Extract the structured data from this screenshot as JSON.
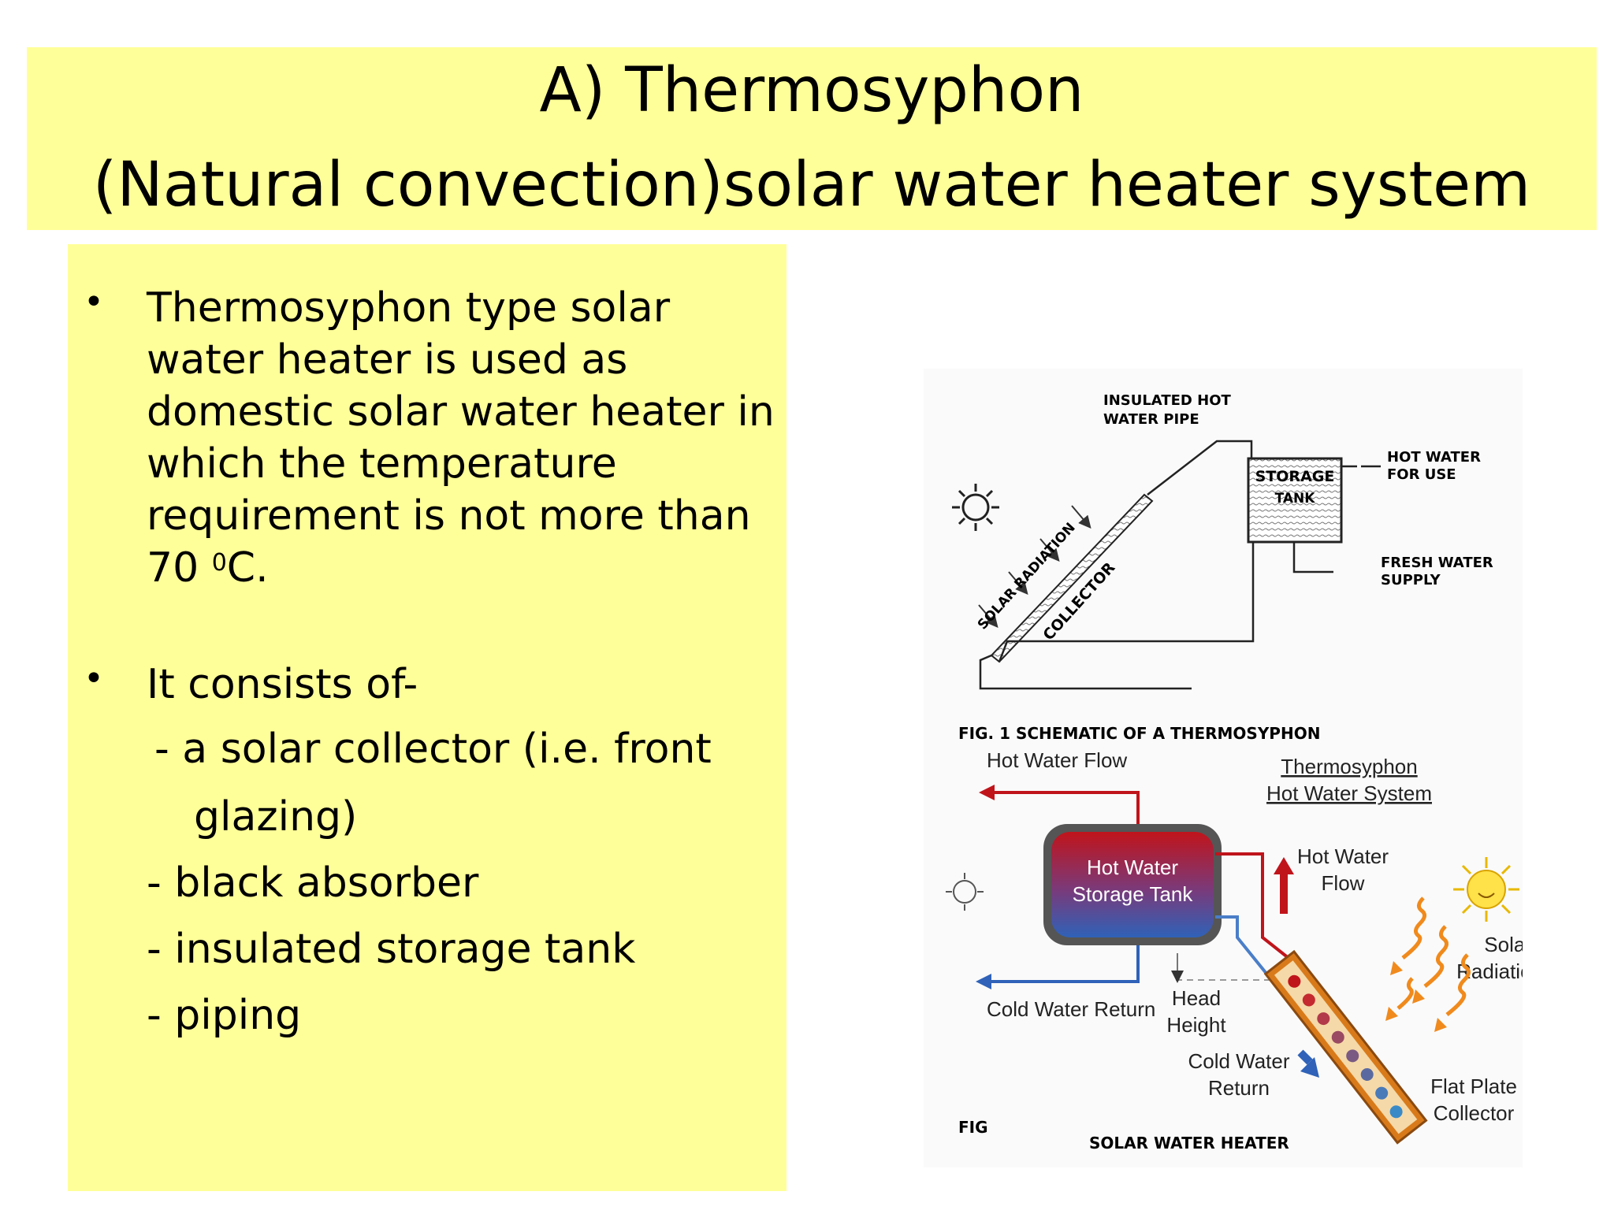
{
  "title": {
    "line1": "A) Thermosyphon",
    "line2": "(Natural convection)solar water heater system"
  },
  "bullets": [
    {
      "text": "Thermosyphon type solar water heater is used as domestic solar water heater in which the temperature requirement is not more than 70 ",
      "sup": "0",
      "tail": "C."
    },
    {
      "text": "It consists of-"
    }
  ],
  "components": [
    "-  a solar collector (i.e. front",
    "glazing)",
    "- black absorber",
    "- insulated storage tank",
    "- piping"
  ],
  "schematic": {
    "pipe_label_1": "INSULATED  HOT",
    "pipe_label_2": "WATER PIPE",
    "tank_label_1": "STORAGE",
    "tank_label_2": "TANK",
    "hot_use_1": "HOT WATER",
    "hot_use_2": "FOR  USE",
    "fresh_1": "FRESH WATER",
    "fresh_2": "SUPPLY",
    "radiation": "SOLAR  RADIATION",
    "collector": "COLLECTOR",
    "caption": "FIG. 1 SCHEMATIC OF A THERMOSYPHON"
  },
  "diagram": {
    "hot_flow_left": "Hot Water Flow",
    "system_title_1": "Thermosyphon",
    "system_title_2": "Hot Water System",
    "tank_1": "Hot Water",
    "tank_2": "Storage Tank",
    "hot_flow_1": "Hot Water",
    "hot_flow_2": "Flow",
    "solar_1": "Solar",
    "solar_2": "Radiation",
    "cold_return_left": "Cold Water Return",
    "head_1": "Head",
    "head_2": "Height",
    "cold_return_1": "Cold Water",
    "cold_return_2": "Return",
    "collector_1": "Flat Plate",
    "collector_2": "Collector",
    "bottom_fig": "FIG",
    "bottom_caption": "SOLAR WATER HEATER"
  },
  "colors": {
    "band": "#ffff99",
    "hot": "#c0141b",
    "cold": "#2f62b8",
    "orange": "#f08a1c"
  }
}
